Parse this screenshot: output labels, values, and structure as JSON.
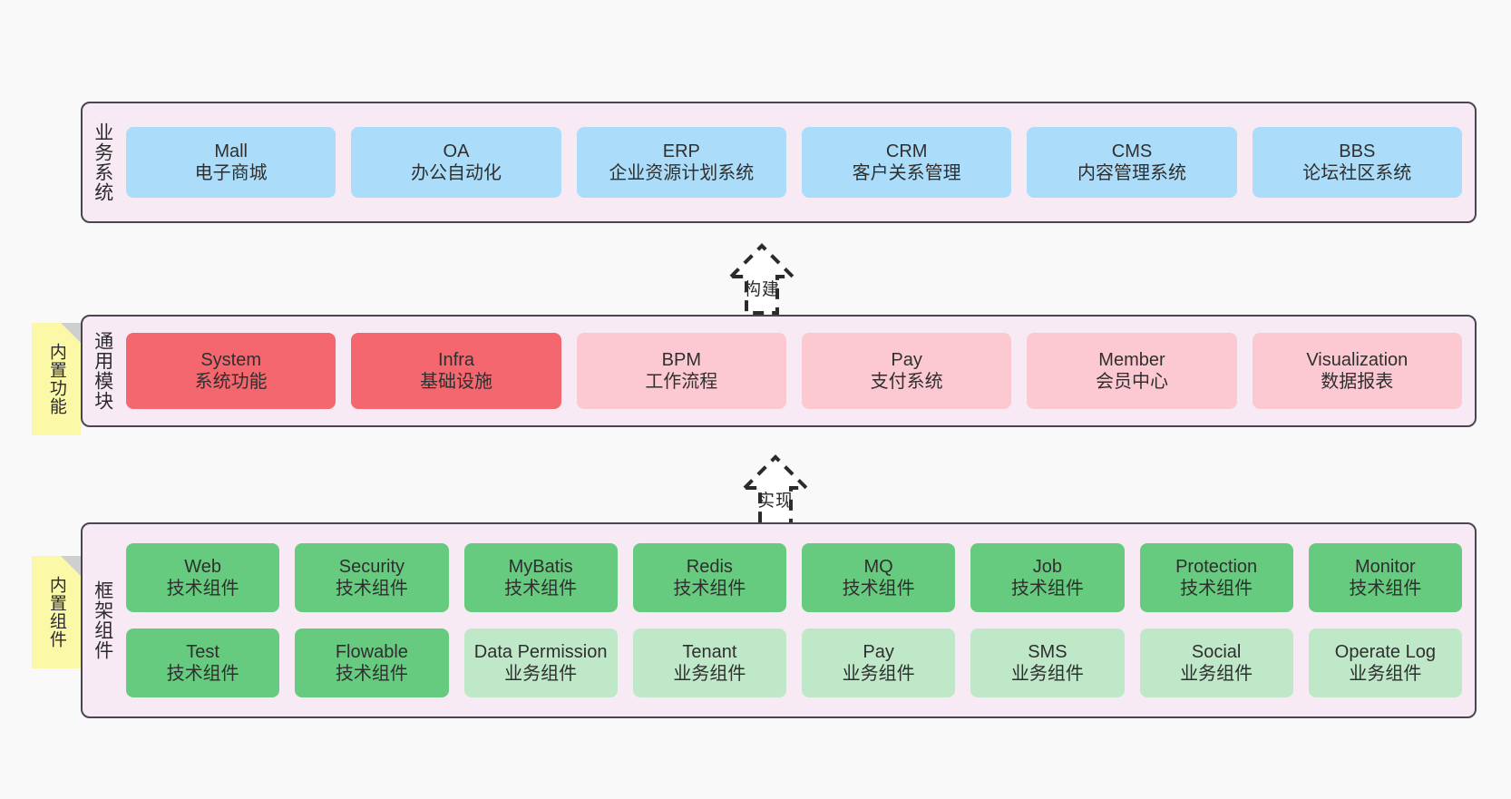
{
  "page": {
    "background": "#f9f9f9",
    "panel_fill": "#f8eaf4",
    "panel_border": "#4a4453",
    "note_fill": "#fbf8a8"
  },
  "layers": {
    "business": {
      "title": "业务系统",
      "color": "#abddfa",
      "cards": [
        {
          "name": "Mall",
          "desc": "电子商城"
        },
        {
          "name": "OA",
          "desc": "办公自动化"
        },
        {
          "name": "ERP",
          "desc": "企业资源计划系统"
        },
        {
          "name": "CRM",
          "desc": "客户关系管理"
        },
        {
          "name": "CMS",
          "desc": "内容管理系统"
        },
        {
          "name": "BBS",
          "desc": "论坛社区系统"
        }
      ]
    },
    "common": {
      "title": "通用模块",
      "note": "内置功能",
      "color_primary": "#f4676e",
      "color_secondary": "#fcc9d2",
      "cards": [
        {
          "name": "System",
          "desc": "系统功能",
          "variant": "c-red"
        },
        {
          "name": "Infra",
          "desc": "基础设施",
          "variant": "c-red"
        },
        {
          "name": "BPM",
          "desc": "工作流程",
          "variant": "c-pink"
        },
        {
          "name": "Pay",
          "desc": "支付系统",
          "variant": "c-pink"
        },
        {
          "name": "Member",
          "desc": "会员中心",
          "variant": "c-pink"
        },
        {
          "name": "Visualization",
          "desc": "数据报表",
          "variant": "c-pink"
        }
      ]
    },
    "framework": {
      "title": "框架组件",
      "note": "内置组件",
      "color_tech": "#66cb7e",
      "color_biz": "#bfe8c9",
      "row1": [
        {
          "name": "Web",
          "desc": "技术组件",
          "variant": "c-green"
        },
        {
          "name": "Security",
          "desc": "技术组件",
          "variant": "c-green"
        },
        {
          "name": "MyBatis",
          "desc": "技术组件",
          "variant": "c-green"
        },
        {
          "name": "Redis",
          "desc": "技术组件",
          "variant": "c-green"
        },
        {
          "name": "MQ",
          "desc": "技术组件",
          "variant": "c-green"
        },
        {
          "name": "Job",
          "desc": "技术组件",
          "variant": "c-green"
        },
        {
          "name": "Protection",
          "desc": "技术组件",
          "variant": "c-green"
        },
        {
          "name": "Monitor",
          "desc": "技术组件",
          "variant": "c-green"
        }
      ],
      "row2": [
        {
          "name": "Test",
          "desc": "技术组件",
          "variant": "c-green"
        },
        {
          "name": "Flowable",
          "desc": "技术组件",
          "variant": "c-green"
        },
        {
          "name": "Data Permission",
          "desc": "业务组件",
          "variant": "c-green-light"
        },
        {
          "name": "Tenant",
          "desc": "业务组件",
          "variant": "c-green-light"
        },
        {
          "name": "Pay",
          "desc": "业务组件",
          "variant": "c-green-light"
        },
        {
          "name": "SMS",
          "desc": "业务组件",
          "variant": "c-green-light"
        },
        {
          "name": "Social",
          "desc": "业务组件",
          "variant": "c-green-light"
        },
        {
          "name": "Operate Log",
          "desc": "业务组件",
          "variant": "c-green-light"
        }
      ]
    }
  },
  "arrows": {
    "build": {
      "label": "构建"
    },
    "implement": {
      "label": "实现"
    }
  }
}
